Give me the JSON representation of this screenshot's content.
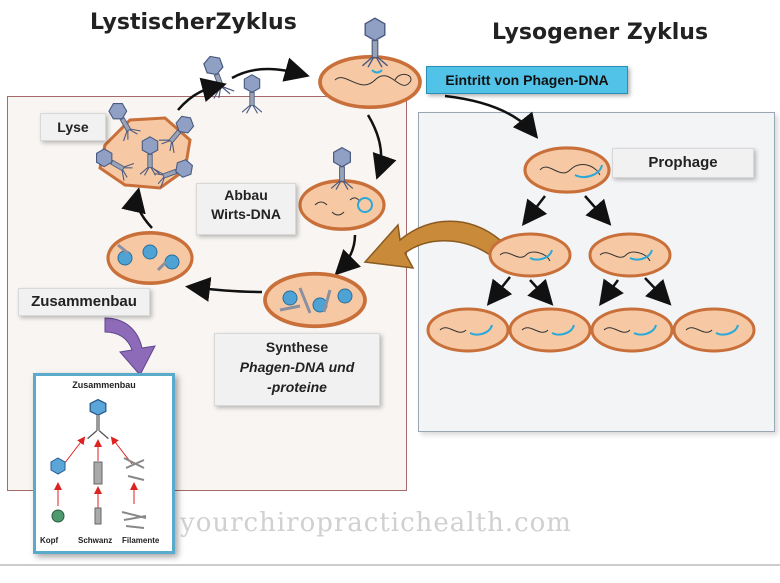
{
  "titles": {
    "lytic": "LystischerZyklus",
    "lysogenic": "Lysogener Zyklus"
  },
  "labels": {
    "entry": "Eintritt von Phagen-DNA",
    "prophage": "Prophage",
    "lysis": "Lyse",
    "degradation_line1": "Abbau",
    "degradation_line2": "Wirts-DNA",
    "assembly": "Zusammenbau",
    "synthesis_line1": "Synthese",
    "synthesis_line2": "Phagen-DNA  und",
    "synthesis_line3": "-proteine"
  },
  "inset": {
    "title": "Zusammenbau",
    "parts": [
      "Kopf",
      "Schwanz",
      "Filamente"
    ]
  },
  "watermark": "yourchiropractichealth.com",
  "colors": {
    "cell_fill": "#f6c9a4",
    "cell_stroke": "#c9703a",
    "dna": "#2aa8d8",
    "entry_bg": "#52c3e8",
    "arrow_big": "#c98a3a",
    "arrow_purple": "#8e6bb8"
  }
}
